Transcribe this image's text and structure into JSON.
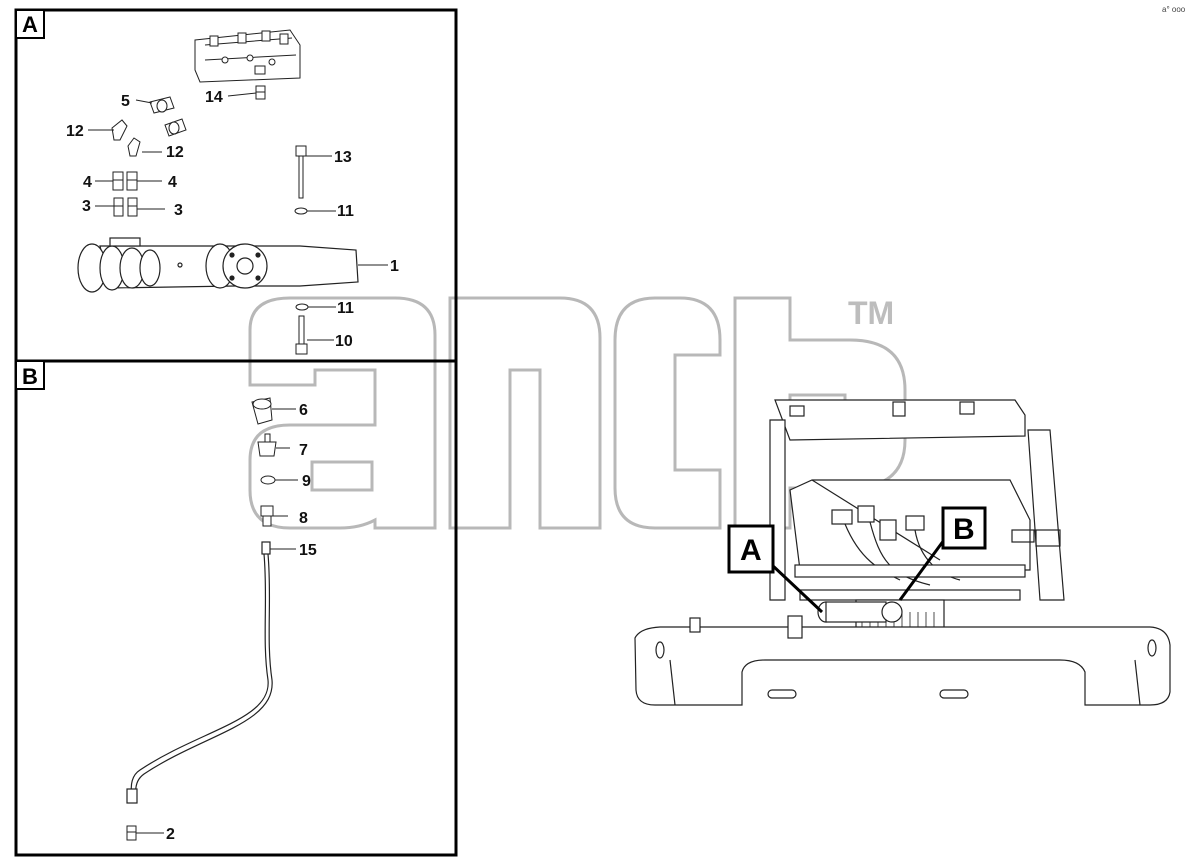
{
  "sections": {
    "a": {
      "label": "A"
    },
    "b": {
      "label": "B"
    }
  },
  "callouts": {
    "a": "A",
    "b": "B"
  },
  "parts": {
    "p1": "1",
    "p2": "2",
    "p3_left": "3",
    "p3_right": "3",
    "p4_left": "4",
    "p4_right": "4",
    "p5": "5",
    "p6": "6",
    "p7": "7",
    "p8": "8",
    "p9": "9",
    "p10": "10",
    "p11_top": "11",
    "p11_bottom": "11",
    "p12_left": "12",
    "p12_right": "12",
    "p13": "13",
    "p14": "14",
    "p15": "15"
  },
  "watermark": {
    "trademark": "TM"
  },
  "corner_mark": "a° ooo"
}
